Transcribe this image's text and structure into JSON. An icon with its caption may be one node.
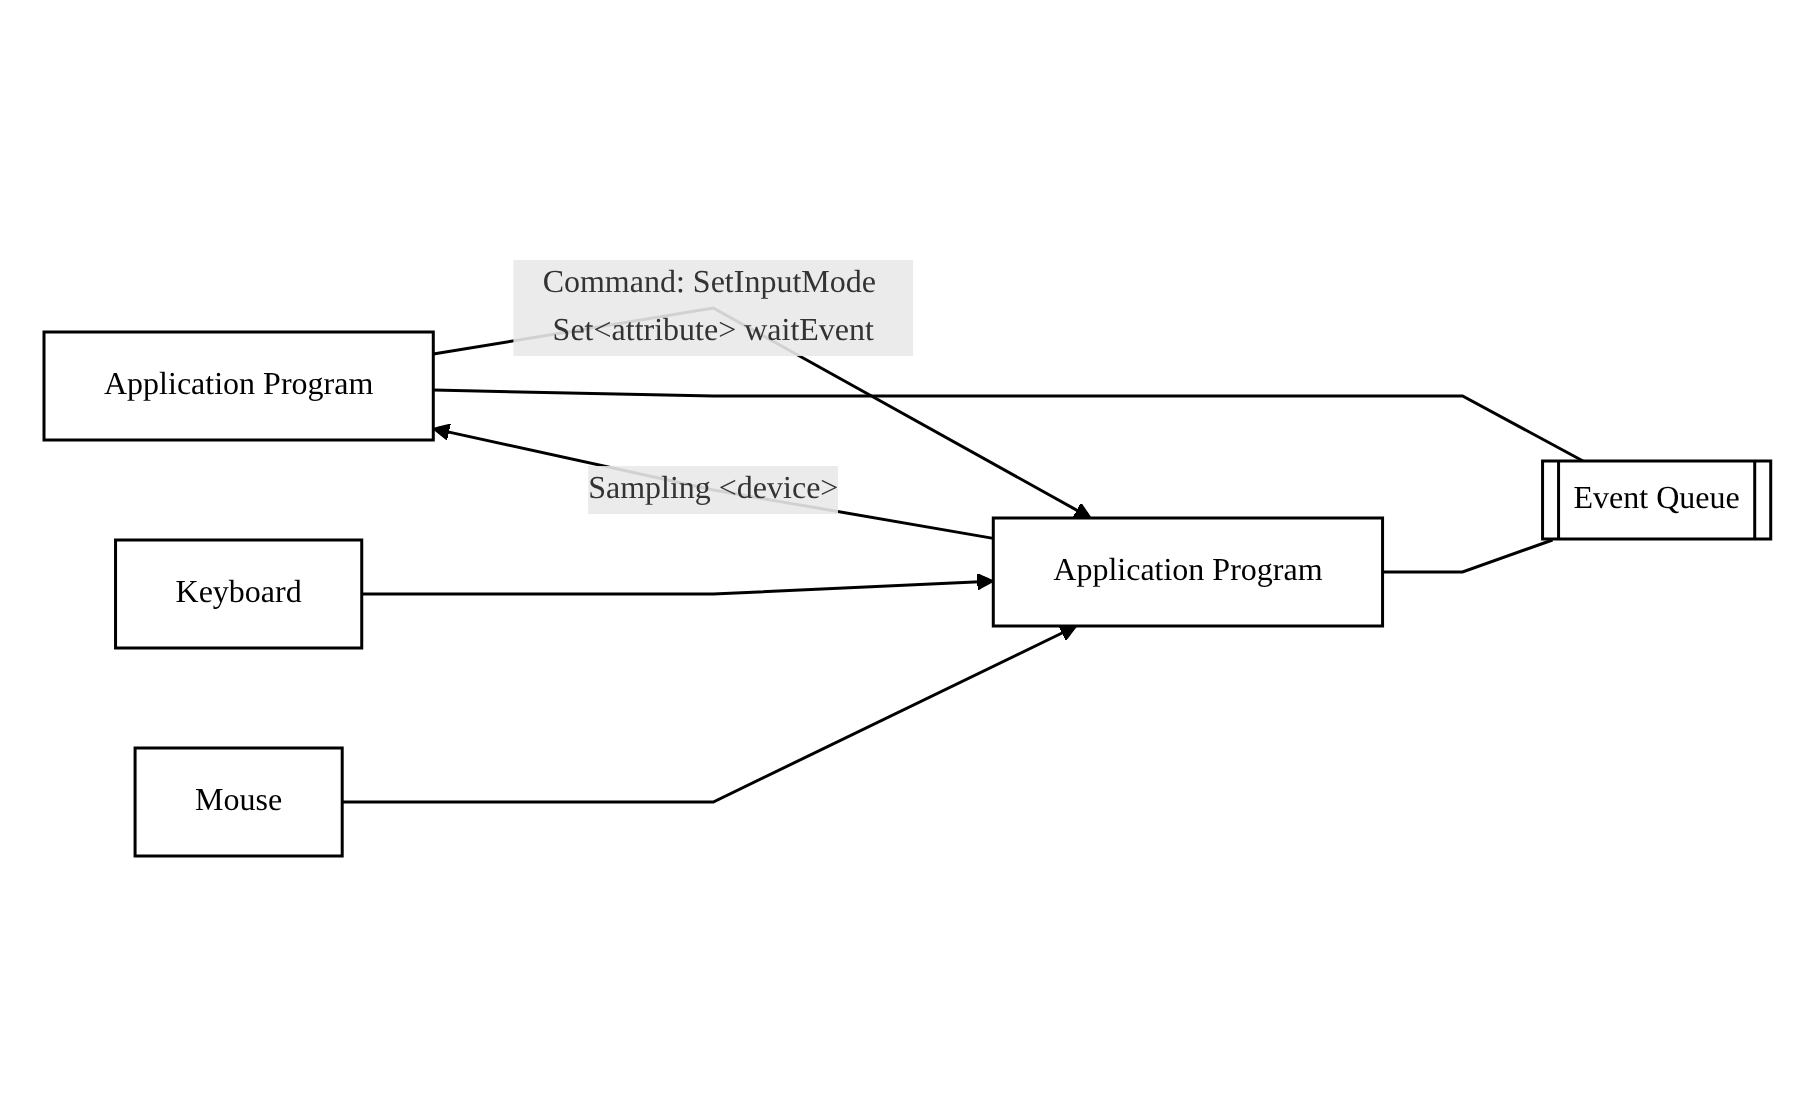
{
  "diagram": {
    "nodes": [
      {
        "text": [
          "Application Program"
        ]
      },
      {
        "text": [
          "Application Program"
        ]
      },
      {
        "text": [
          "Keyboard"
        ]
      },
      {
        "text": [
          "Mouse"
        ]
      },
      {
        "text": [
          "Event Queue"
        ]
      }
    ],
    "edges": [
      {
        "from": 0,
        "to": 1,
        "arrow": "to",
        "label": "Command: SetInputMode Set<attribute> waitEvent"
      },
      {
        "from": 1,
        "to": 0,
        "arrow": "to",
        "label": "Sampling <device>"
      },
      {
        "from": 2,
        "to": 1,
        "arrow": "to"
      },
      {
        "from": 3,
        "to": 1,
        "arrow": "to"
      },
      {
        "from": 0,
        "to": 4,
        "arrow": "none"
      },
      {
        "from": 1,
        "to": 4,
        "arrow": "none"
      }
    ]
  }
}
